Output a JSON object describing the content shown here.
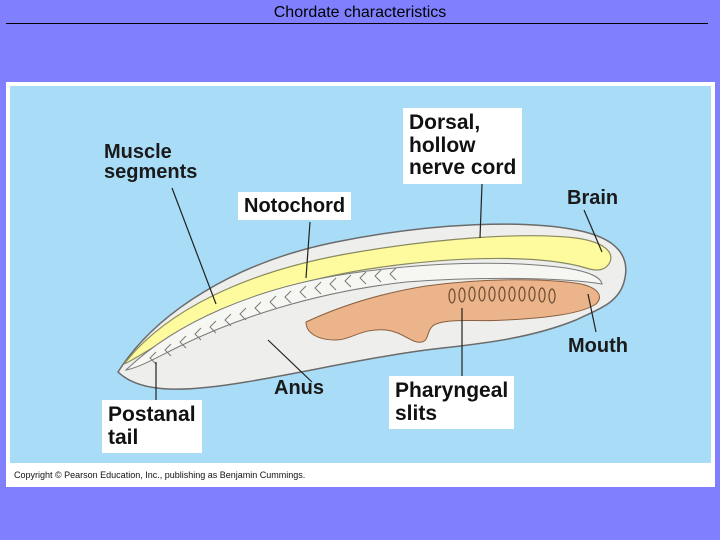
{
  "slide": {
    "title": "Chordate characteristics"
  },
  "diagram": {
    "labels": {
      "muscle_segments": "Muscle\nsegments",
      "notochord": "Notochord",
      "dorsal_nerve_cord": "Dorsal,\nhollow\nnerve cord",
      "brain": "Brain",
      "mouth": "Mouth",
      "anus": "Anus",
      "pharyngeal_slits": "Pharyngeal\nslits",
      "postanal_tail": "Postanal\ntail"
    },
    "copyright": "Copyright © Pearson Education, Inc., publishing as Benjamin Cummings.",
    "colors": {
      "background": "#8080ff",
      "panel": "#a8dcf7",
      "body_fill": "#eeeeec",
      "nerve_cord": "#fdfb9e",
      "gut": "#ebb48a"
    }
  }
}
